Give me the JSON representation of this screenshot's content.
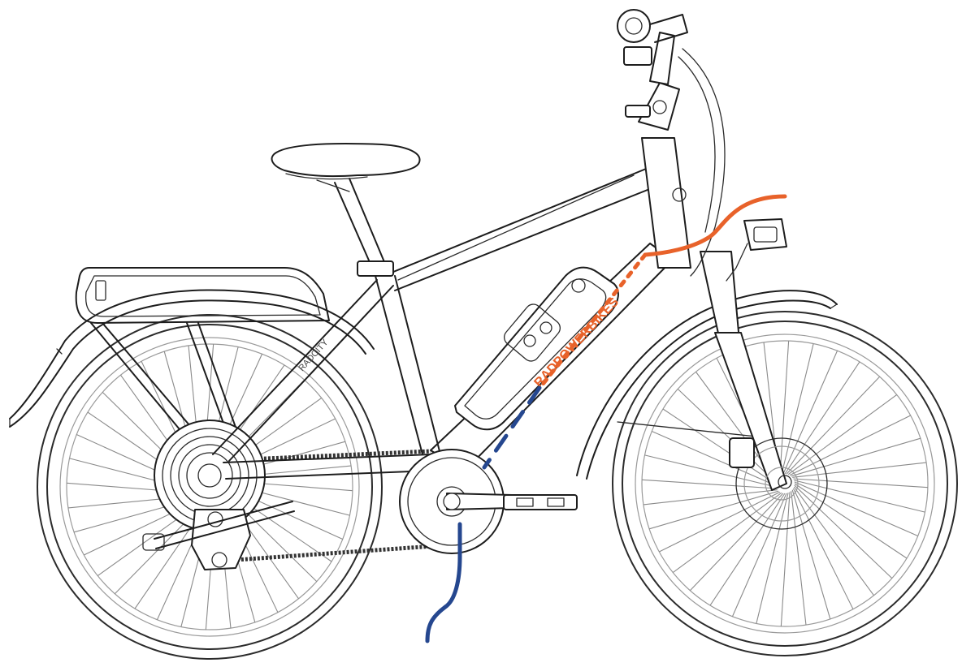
{
  "frame_lettering": {
    "brand_text": "RADPOWERBIKES",
    "model_text": "RADCITY"
  },
  "colors": {
    "line_art": "#1d1d1d",
    "brake_cable_route": "#e8622a",
    "battery_cable_route": "#25478f",
    "background": "#ffffff"
  },
  "parts": [
    "rear-wheel",
    "front-wheel",
    "frame",
    "rear-rack",
    "rear-fender",
    "front-fender",
    "saddle",
    "seatpost",
    "battery-pack",
    "crankset",
    "chainring",
    "chain",
    "pedal",
    "cassette",
    "rear-derailleur",
    "front-fork",
    "disc-brake-rotor",
    "headlight",
    "stem",
    "handlebar",
    "brake-lever",
    "kickstand"
  ],
  "highlights": [
    {
      "name": "orange-cable-route",
      "color": "#e8622a",
      "style": "solid-then-dashed"
    },
    {
      "name": "blue-cable-route",
      "color": "#25478f",
      "style": "dashed-then-solid"
    }
  ]
}
